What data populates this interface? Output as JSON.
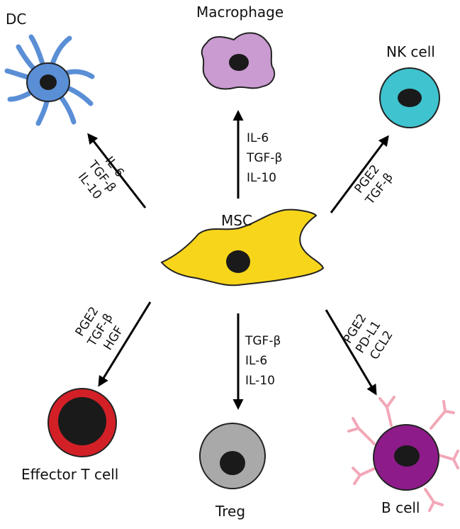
{
  "colors": {
    "dc": "#5a8fd6",
    "macrophage": "#c99bd0",
    "nk": "#3ec3cf",
    "msc": "#f7d51b",
    "effector_t": "#d32027",
    "treg": "#a9a9a9",
    "b_cell": "#8e1b8a",
    "b_cell_receptor": "#f2a8b8",
    "nucleus": "#1a1a1a",
    "arrow": "#000000"
  },
  "cells": {
    "dc": {
      "name": "DC",
      "icon": "dendritic-cell-icon"
    },
    "macrophage": {
      "name": "Macrophage",
      "icon": "macrophage-icon"
    },
    "nk": {
      "name": "NK cell",
      "icon": "nk-cell-icon"
    },
    "msc": {
      "name": "MSC",
      "icon": "msc-icon"
    },
    "effector_t": {
      "name": "Effector T cell",
      "icon": "t-cell-icon"
    },
    "treg": {
      "name": "Treg",
      "icon": "treg-icon"
    },
    "b_cell": {
      "name": "B cell",
      "icon": "b-cell-icon"
    }
  },
  "factors": {
    "to_dc": [
      "IL-6",
      "TGF-β",
      "IL-10"
    ],
    "to_macrophage": [
      "IL-6",
      "TGF-β",
      "IL-10"
    ],
    "to_nk": [
      "PGE2",
      "TGF-β"
    ],
    "to_effector_t": [
      "PGE2",
      "TGF-β",
      "HGF"
    ],
    "to_treg": [
      "TGF-β",
      "IL-6",
      "IL-10"
    ],
    "to_b_cell": [
      "PGE2",
      "PD-L1",
      "CCL2"
    ]
  }
}
